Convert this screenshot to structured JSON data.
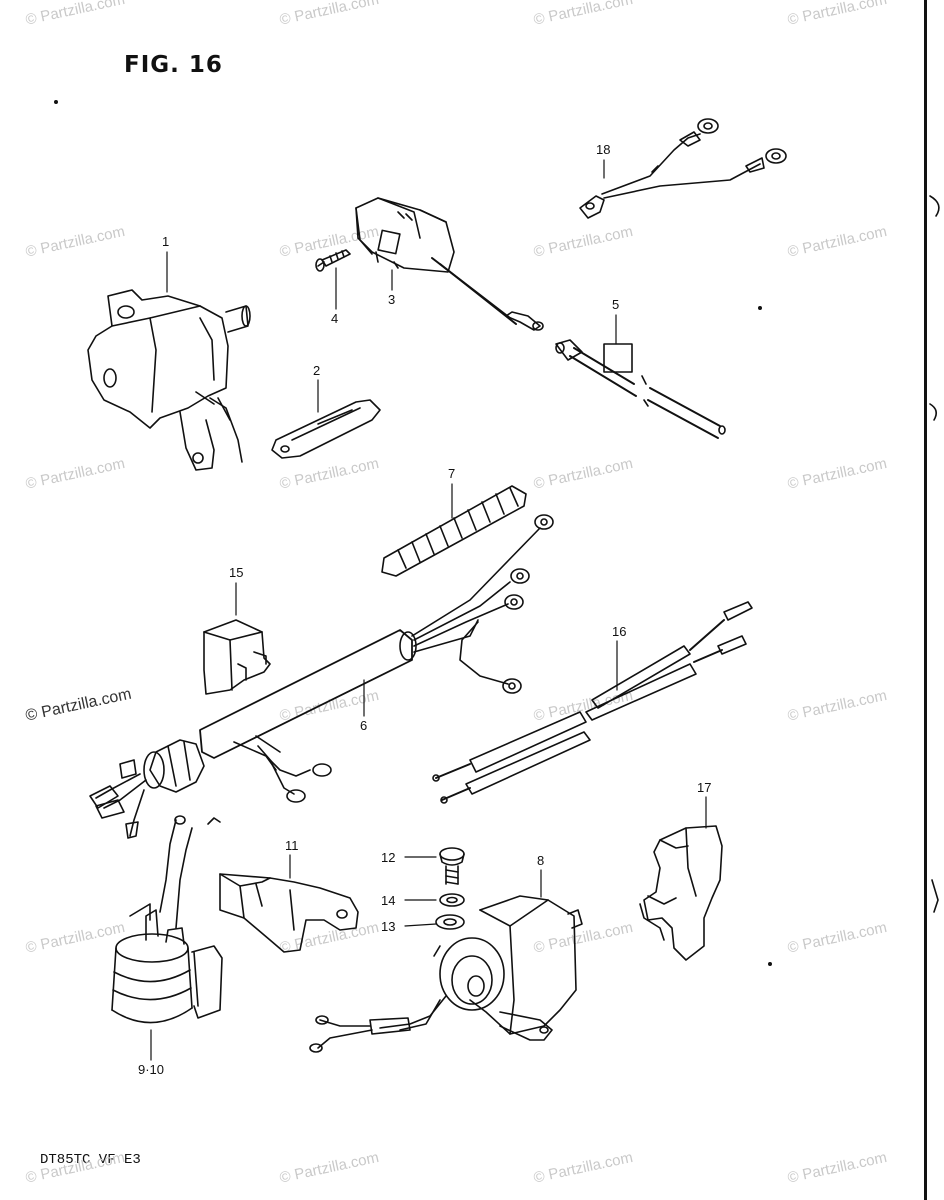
{
  "figure": {
    "title": "FIG. 16",
    "model_code": "DT85TC VF E3"
  },
  "watermark": {
    "text": "© Partzilla.com"
  },
  "callouts": [
    {
      "id": "1",
      "label": "1"
    },
    {
      "id": "2",
      "label": "2"
    },
    {
      "id": "3",
      "label": "3"
    },
    {
      "id": "4",
      "label": "4"
    },
    {
      "id": "5",
      "label": "5"
    },
    {
      "id": "6",
      "label": "6"
    },
    {
      "id": "7",
      "label": "7"
    },
    {
      "id": "8",
      "label": "8"
    },
    {
      "id": "9-10",
      "label": "9·10"
    },
    {
      "id": "11",
      "label": "11"
    },
    {
      "id": "12",
      "label": "12"
    },
    {
      "id": "13",
      "label": "13"
    },
    {
      "id": "14",
      "label": "14"
    },
    {
      "id": "15",
      "label": "15"
    },
    {
      "id": "16",
      "label": "16"
    },
    {
      "id": "17",
      "label": "17"
    },
    {
      "id": "18",
      "label": "18"
    }
  ],
  "colors": {
    "line": "#111111",
    "watermark": "#c9c9c9"
  }
}
